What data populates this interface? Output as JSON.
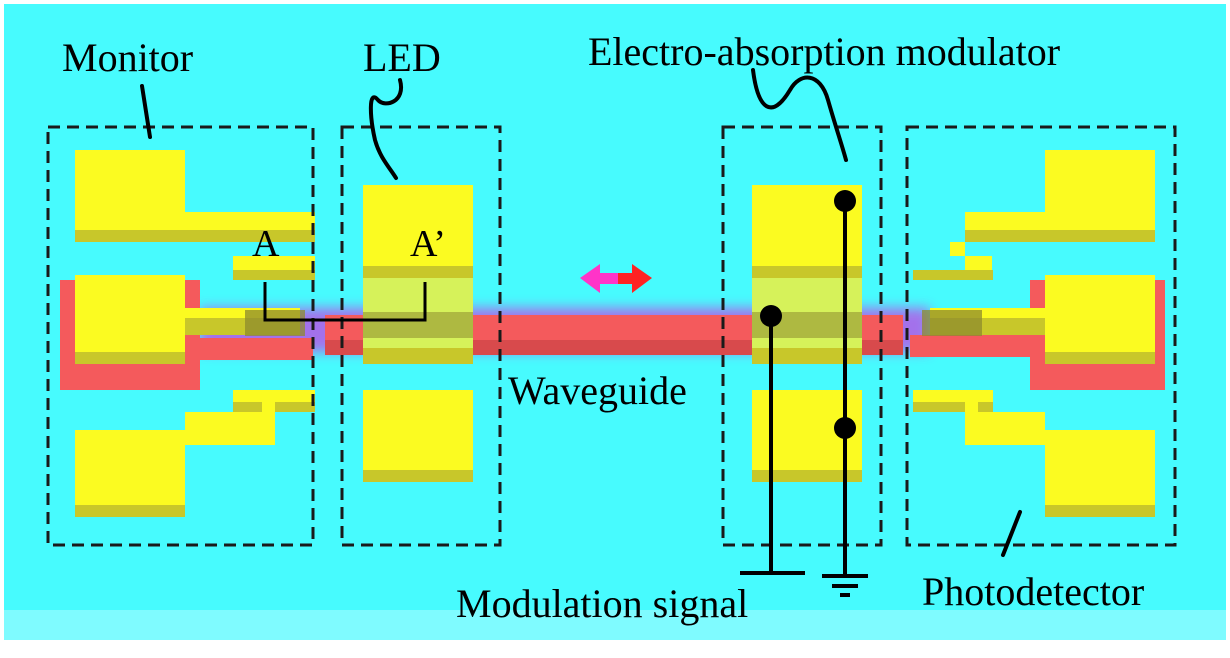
{
  "colors": {
    "substrate": "#47FBFE",
    "substrate_edge": "#7FFBFF",
    "pad": "#FBFB21",
    "pad_shadow": "#C8C72A",
    "waveguide": "#F45A5C",
    "waveguide_glow": "#B45AE8",
    "arrow_left": "#FF34C8",
    "arrow_right": "#FF2222",
    "dash": "#1A1A1A",
    "wire": "#000000"
  },
  "labels": {
    "monitor": "Monitor",
    "led": "LED",
    "eam": "Electro-absorption modulator",
    "waveguide": "Waveguide",
    "modulation": "Modulation signal",
    "photodetector": "Photodetector",
    "section_a": "A",
    "section_a_prime": "A’"
  },
  "icons": {
    "ground": "ground-symbol-icon",
    "signal_source": "signal-terminal-icon",
    "bidirectional_arrow": "double-arrow-icon"
  }
}
